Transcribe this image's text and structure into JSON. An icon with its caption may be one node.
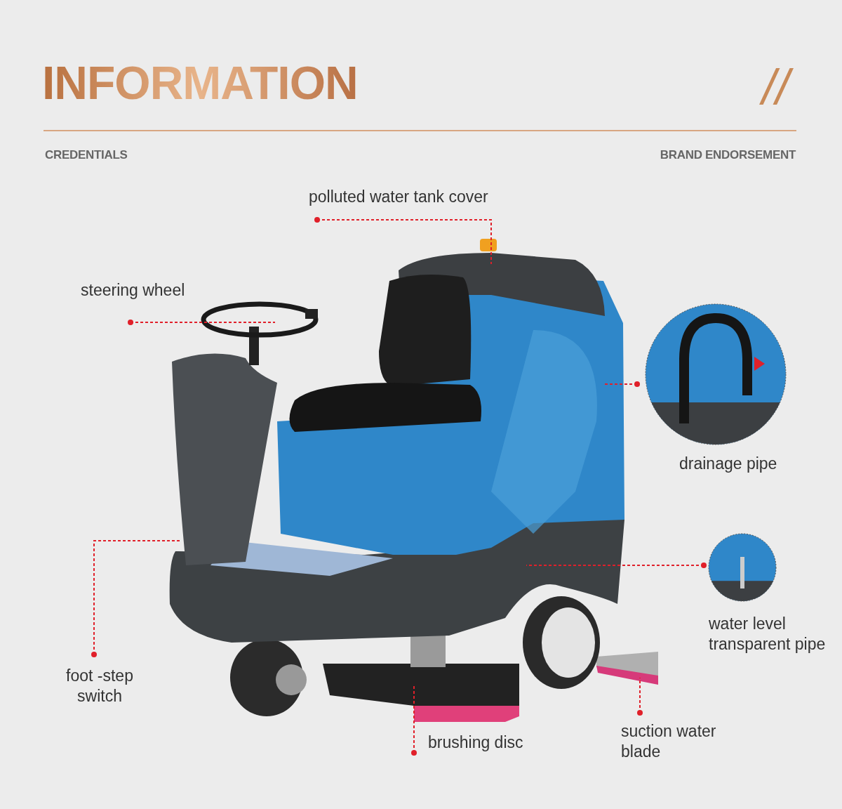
{
  "diagram": {
    "title": "INFORMATION",
    "nodes": [
      {
        "text": [
          "polluted water tank cover"
        ]
      },
      {
        "text": [
          "steering wheel"
        ]
      },
      {
        "text": [
          "drainage pipe"
        ]
      },
      {
        "text": [
          "water level transparent pipe"
        ]
      },
      {
        "text": [
          "foot -step switch"
        ]
      },
      {
        "text": [
          "brushing disc"
        ]
      },
      {
        "text": [
          "suction water blade"
        ]
      }
    ],
    "edges": [
      {
        "from": 0,
        "to": null,
        "arrow": "other",
        "style": "dashed"
      },
      {
        "from": 1,
        "to": null,
        "arrow": "other",
        "style": "dashed"
      },
      {
        "from": 2,
        "to": null,
        "arrow": "other",
        "style": "dashed"
      },
      {
        "from": 3,
        "to": null,
        "arrow": "other",
        "style": "dashed"
      },
      {
        "from": 4,
        "to": null,
        "arrow": "other",
        "style": "dashed"
      },
      {
        "from": 5,
        "to": null,
        "arrow": "other",
        "style": "dashed"
      },
      {
        "from": 6,
        "to": null,
        "arrow": "other",
        "style": "dashed"
      }
    ],
    "labels": [
      "//",
      "CREDENTIALS",
      "BRAND ENDORSEMENT"
    ]
  }
}
